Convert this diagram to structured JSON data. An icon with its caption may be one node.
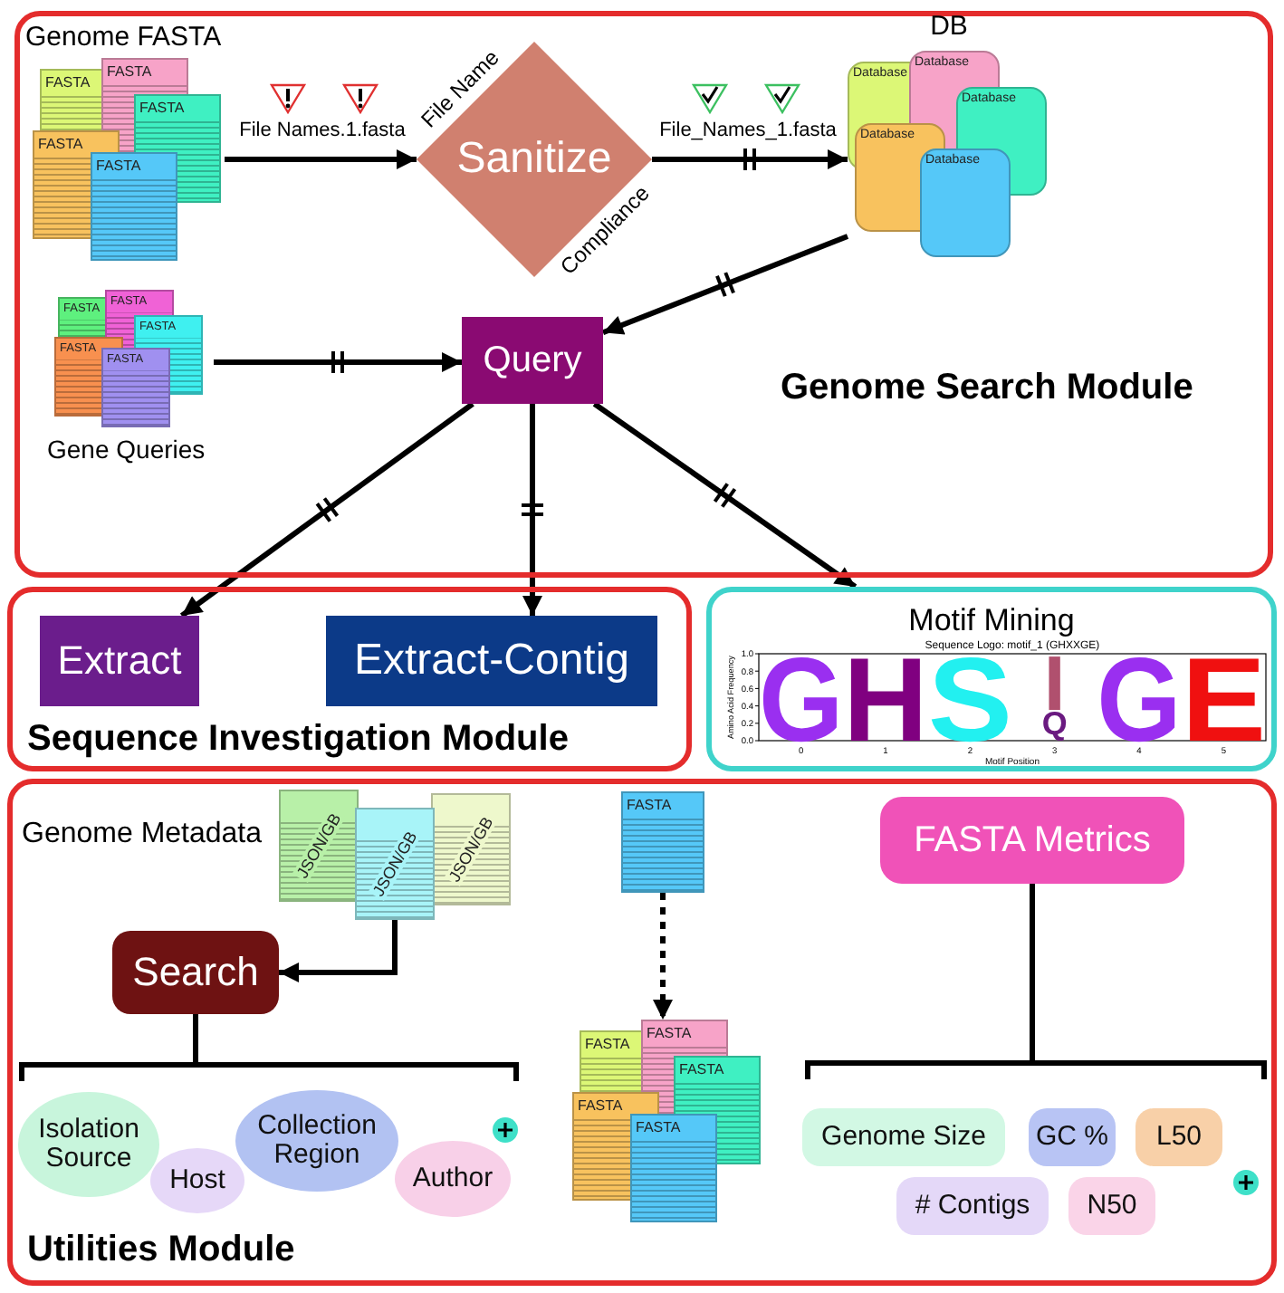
{
  "diagram": {
    "nodes": [
      {
        "text": [
          "Genome Search Module"
        ]
      },
      {
        "text": [
          "Genome FASTA",
          "FASTA",
          "FASTA",
          "FASTA",
          "FASTA",
          "FASTA"
        ],
        "in": 0
      },
      {
        "text": [
          "Sanitize"
        ],
        "beside": [
          "File Name",
          "Compliance"
        ],
        "in": 0
      },
      {
        "text": [
          "DB",
          "Database",
          "Database",
          "Database",
          "Database",
          "Database"
        ],
        "in": 0
      },
      {
        "text": [
          "Gene Queries",
          "FASTA",
          "FASTA",
          "FASTA",
          "FASTA",
          "FASTA"
        ],
        "in": 0
      },
      {
        "text": [
          "Query"
        ],
        "in": 0
      },
      {
        "text": [
          "Sequence Investigation Module"
        ]
      },
      {
        "text": [
          "Extract"
        ],
        "in": 6
      },
      {
        "text": [
          "Extract-Contig"
        ],
        "in": 6
      },
      {
        "text": [
          "Motif Mining"
        ]
      },
      {
        "text": [
          "Utilities Module"
        ]
      },
      {
        "text": [
          "Genome Metadata",
          "JSON/GB",
          "JSON/GB",
          "JSON/GB"
        ],
        "in": 10
      },
      {
        "text": [
          "Search"
        ],
        "in": 10
      },
      {
        "text": [
          "Isolation Source"
        ],
        "in": 10
      },
      {
        "text": [
          "Host"
        ],
        "in": 10
      },
      {
        "text": [
          "Collection Region"
        ],
        "in": 10
      },
      {
        "text": [
          "Author"
        ],
        "in": 10
      },
      {
        "text": [
          "FASTA"
        ],
        "in": 10
      },
      {
        "text": [
          "FASTA",
          "FASTA",
          "FASTA",
          "FASTA",
          "FASTA"
        ],
        "in": 10
      },
      {
        "text": [
          "FASTA Metrics"
        ],
        "in": 10
      },
      {
        "text": [
          "Genome Size"
        ],
        "in": 10
      },
      {
        "text": [
          "GC %"
        ],
        "in": 10
      },
      {
        "text": [
          "L50"
        ],
        "in": 10
      },
      {
        "text": [
          "# Contigs"
        ],
        "in": 10
      },
      {
        "text": [
          "N50"
        ],
        "in": 10
      }
    ],
    "edges": [
      {
        "from": 1,
        "to": 2,
        "arrow": "to",
        "label": "File Names.1.fasta"
      },
      {
        "from": 2,
        "to": 3,
        "arrow": "to",
        "label": "File_Names_1.fasta"
      },
      {
        "from": 3,
        "to": 5,
        "arrow": "to"
      },
      {
        "from": 4,
        "to": 5,
        "arrow": "to"
      },
      {
        "from": 5,
        "to": 7,
        "arrow": "to"
      },
      {
        "from": 5,
        "to": 8,
        "arrow": "to"
      },
      {
        "from": 5,
        "to": 9,
        "arrow": "to"
      },
      {
        "from": 11,
        "to": 12,
        "arrow": "to"
      },
      {
        "from": 17,
        "to": 18,
        "arrow": "to",
        "style": "dashed"
      }
    ],
    "labels": [
      "Sequence Logo: motif_1 (GHXXGE)",
      "1.0",
      "0.8",
      "0.6",
      "0.4",
      "0.2",
      "0.0",
      "Amino Acid Frequency",
      "G",
      "H",
      "S",
      "I",
      "Q",
      "G",
      "E",
      "0",
      "1",
      "2",
      "3",
      "4",
      "5",
      "Motif Position"
    ]
  }
}
